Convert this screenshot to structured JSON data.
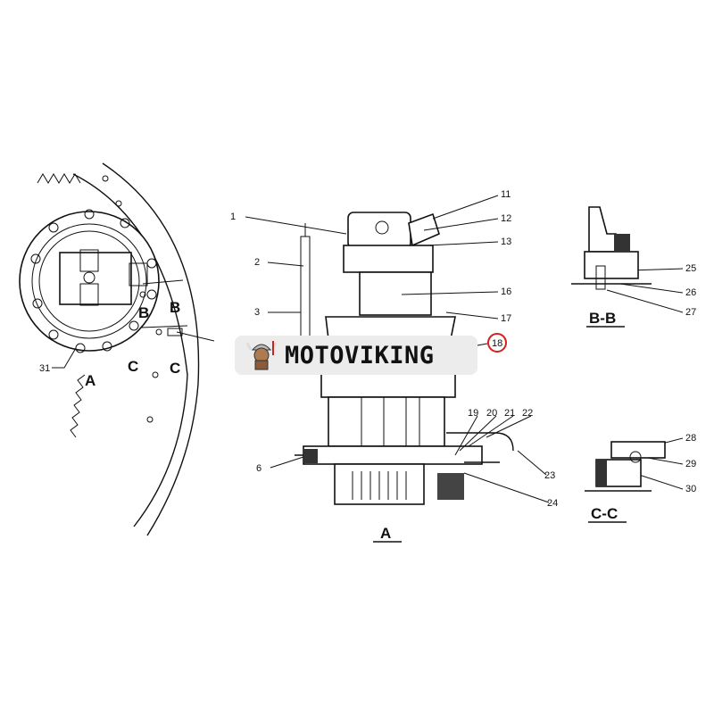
{
  "diagram": {
    "callouts": {
      "c1": "1",
      "c2": "2",
      "c3": "3",
      "c6": "6",
      "c11": "11",
      "c12": "12",
      "c13": "13",
      "c16": "16",
      "c17": "17",
      "c18": "18",
      "c19": "19",
      "c20": "20",
      "c21": "21",
      "c22": "22",
      "c23": "23",
      "c24": "24",
      "c25": "25",
      "c26": "26",
      "c27": "27",
      "c28": "28",
      "c29": "29",
      "c30": "30",
      "c31": "31"
    },
    "view_labels": {
      "main": "A",
      "section_b": "B-B",
      "section_c": "C-C"
    },
    "plan_markers": {
      "a": "A",
      "b1": "B",
      "b2": "B",
      "c1": "C",
      "c2": "C"
    },
    "highlight_color": "#d62020"
  },
  "watermark": {
    "brand": "MOTOVIKING"
  }
}
